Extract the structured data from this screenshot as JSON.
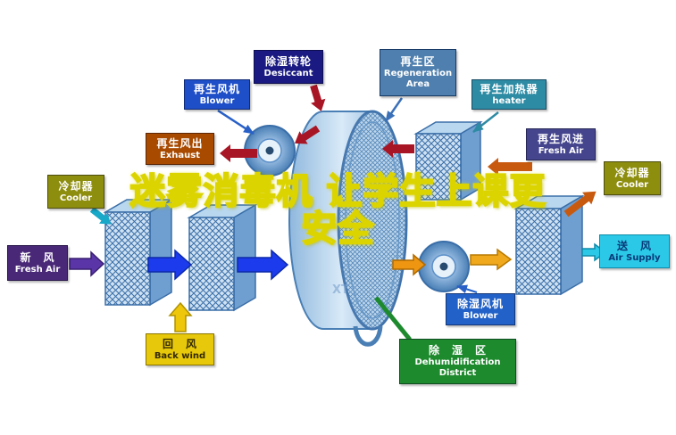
{
  "watermark": {
    "line1": "迷雾消毒机 让学生上课更",
    "line2": "安全"
  },
  "wheel_watermark": "XT",
  "labels": {
    "desiccant": {
      "zh": "除湿转轮",
      "en": "Desiccant"
    },
    "regeneration_area": {
      "zh": "再生区",
      "en": "Regeneration Area"
    },
    "regen_blower": {
      "zh": "再生风机",
      "en": "Blower"
    },
    "regen_heater": {
      "zh": "再生加热器",
      "en": "heater"
    },
    "regen_exhaust": {
      "zh": "再生风出",
      "en": "Exhaust"
    },
    "regen_fresh_air": {
      "zh": "再生风进",
      "en": "Fresh Air"
    },
    "cooler_left": {
      "zh": "冷却器",
      "en": "Cooler"
    },
    "cooler_right": {
      "zh": "冷却器",
      "en": "Cooler"
    },
    "fresh_air": {
      "zh": "新　风",
      "en": "Fresh Air"
    },
    "air_supply": {
      "zh": "送　风",
      "en": "Air Supply"
    },
    "back_wind": {
      "zh": "回　风",
      "en": "Back wind"
    },
    "dehum_blower": {
      "zh": "除湿风机",
      "en": "Blower"
    },
    "dehum_district": {
      "zh": "除　湿　区",
      "en": "Dehumidification District"
    }
  },
  "colors": {
    "navy": "#1a1a82",
    "steel_blue": "#4f7fae",
    "bright_blue": "#1e4fc8",
    "teal": "#2e8ba4",
    "dark_orange": "#a84a00",
    "indigo": "#45458e",
    "olive": "#8d8d0e",
    "purple": "#4a2878",
    "cyan": "#2cc8e8",
    "yellow": "#e8c80a",
    "blue": "#2262c8",
    "green": "#1e8a2e",
    "arrow_red": "#a81524",
    "arrow_orange": "#ee9612",
    "arrow_purple": "#5a35a8",
    "arrow_blue": "#1b3bed",
    "wheel_blue": "#6f9fd0"
  }
}
